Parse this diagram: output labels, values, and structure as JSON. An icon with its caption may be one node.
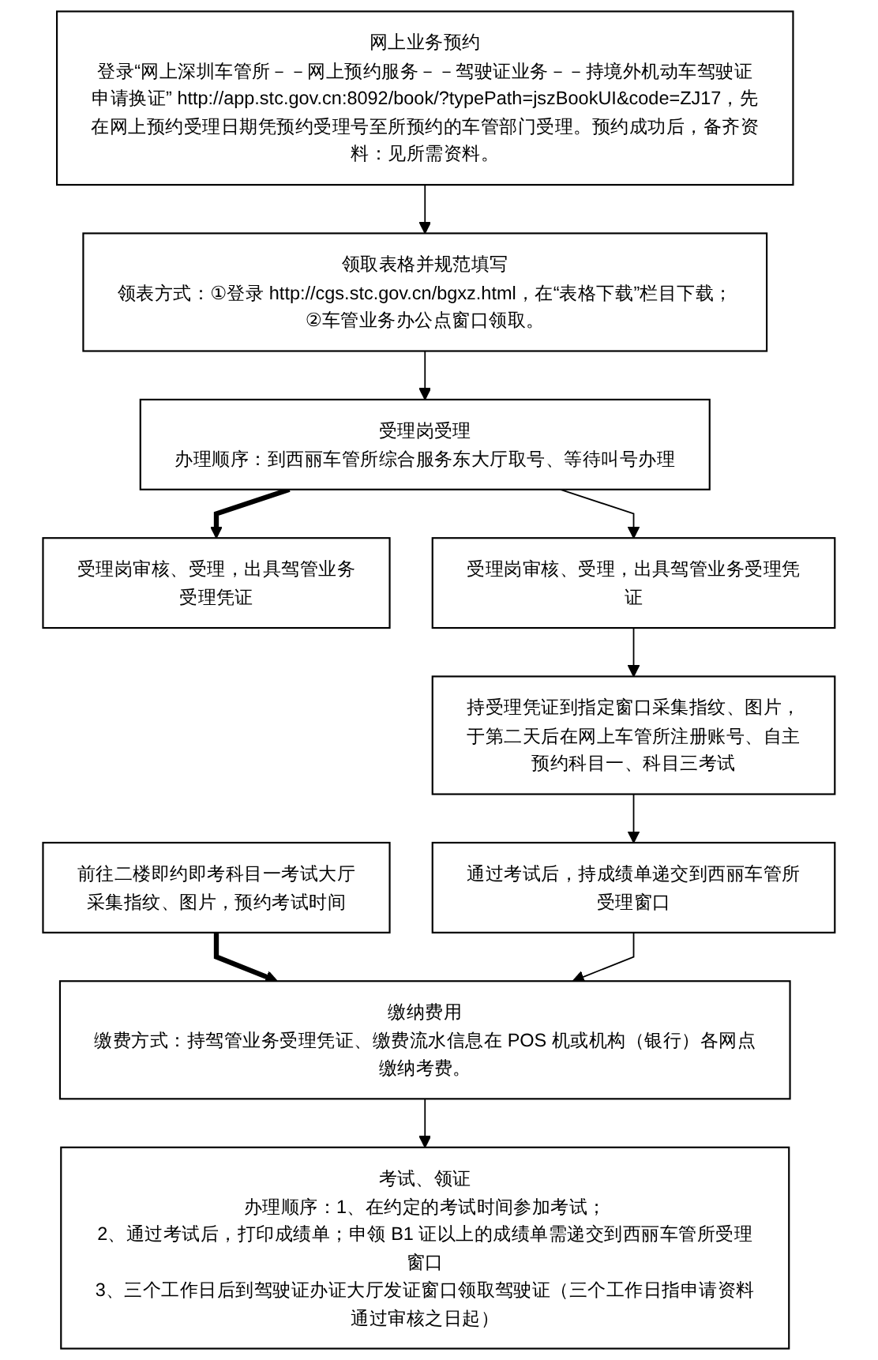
{
  "diagram": {
    "nodes": [
      {
        "text": [
          "网上业务预约",
          "登录“网上深圳车管所－－网上预约服务－－驾驶证业务－－持境外机动车驾驶证申请换证” http://app.stc.gov.cn:8092/book/?typePath=jszBookUI&code=ZJ17，先在网上预约受理日期凭预约受理号至所预约的车管部门受理。预约成功后，备齐资料：见所需资料。"
        ]
      },
      {
        "text": [
          "领取表格并规范填写",
          "领表方式：①登录 http://cgs.stc.gov.cn/bgxz.html，在“表格下载”栏目下载；",
          "②车管业务办公点窗口领取。"
        ]
      },
      {
        "text": [
          "受理岗受理",
          "办理顺序：到西丽车管所综合服务东大厅取号、等待叫号办理"
        ]
      },
      {
        "text": [
          "受理岗审核、受理，出具驾管业务受理凭证"
        ]
      },
      {
        "text": [
          "受理岗审核、受理，出具驾管业务受理凭证"
        ]
      },
      {
        "text": [
          "持受理凭证到指定窗口采集指纹、图片，于第二天后在网上车管所注册账号、自主预约科目一、科目三考试"
        ]
      },
      {
        "text": [
          "前往二楼即约即考科目一考试大厅采集指纹、图片，预约考试时间"
        ]
      },
      {
        "text": [
          "通过考试后，持成绩单递交到西丽车管所受理窗口"
        ]
      },
      {
        "text": [
          "缴纳费用",
          "缴费方式：持驾管业务受理凭证、缴费流水信息在 POS 机或机构（银行）各网点缴纳考费。"
        ]
      },
      {
        "text": [
          "考试、领证",
          "办理顺序：1、在约定的考试时间参加考试；",
          "2、通过考试后，打印成绩单；申领 B1 证以上的成绩单需递交到西丽车管所受理窗口",
          "3、三个工作日后到驾驶证办证大厅发证窗口领取驾驶证（三个工作日指申请资料通过审核之日起）"
        ]
      }
    ],
    "edges": [
      {
        "from": 0,
        "to": 1,
        "arrow": "to"
      },
      {
        "from": 1,
        "to": 2,
        "arrow": "to"
      },
      {
        "from": 2,
        "to": 3,
        "arrow": "to",
        "style": "thick"
      },
      {
        "from": 2,
        "to": 4,
        "arrow": "to"
      },
      {
        "from": 4,
        "to": 5,
        "arrow": "to"
      },
      {
        "from": 5,
        "to": 7,
        "arrow": "to"
      },
      {
        "from": 6,
        "to": 8,
        "arrow": "to",
        "style": "thick"
      },
      {
        "from": 7,
        "to": 8,
        "arrow": "to"
      },
      {
        "from": 8,
        "to": 9,
        "arrow": "to"
      }
    ]
  }
}
